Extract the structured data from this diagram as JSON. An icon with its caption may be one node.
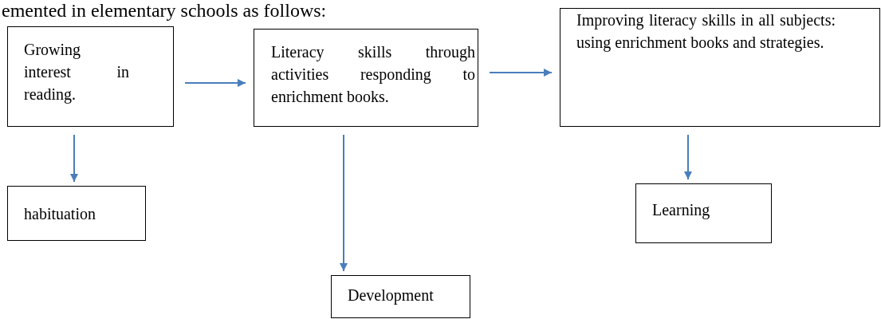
{
  "diagram": {
    "nodes": [
      {
        "text": [
          "Growing interest in reading."
        ]
      },
      {
        "text": [
          "Literacy skills through activities responding to enrichment books."
        ]
      },
      {
        "text": [
          "Improving literacy skills in all subjects: using enrichment books and strategies."
        ]
      },
      {
        "text": [
          "habituation"
        ]
      },
      {
        "text": [
          "Development"
        ]
      },
      {
        "text": [
          "Learning"
        ]
      }
    ],
    "edges": [
      {
        "from": 0,
        "to": 1,
        "arrow": "to"
      },
      {
        "from": 1,
        "to": 2,
        "arrow": "to"
      },
      {
        "from": 0,
        "to": 3,
        "arrow": "to"
      },
      {
        "from": 1,
        "to": 4,
        "arrow": "to"
      },
      {
        "from": 2,
        "to": 5,
        "arrow": "to"
      }
    ],
    "labels": [
      "emented in elementary schools as follows:"
    ]
  }
}
